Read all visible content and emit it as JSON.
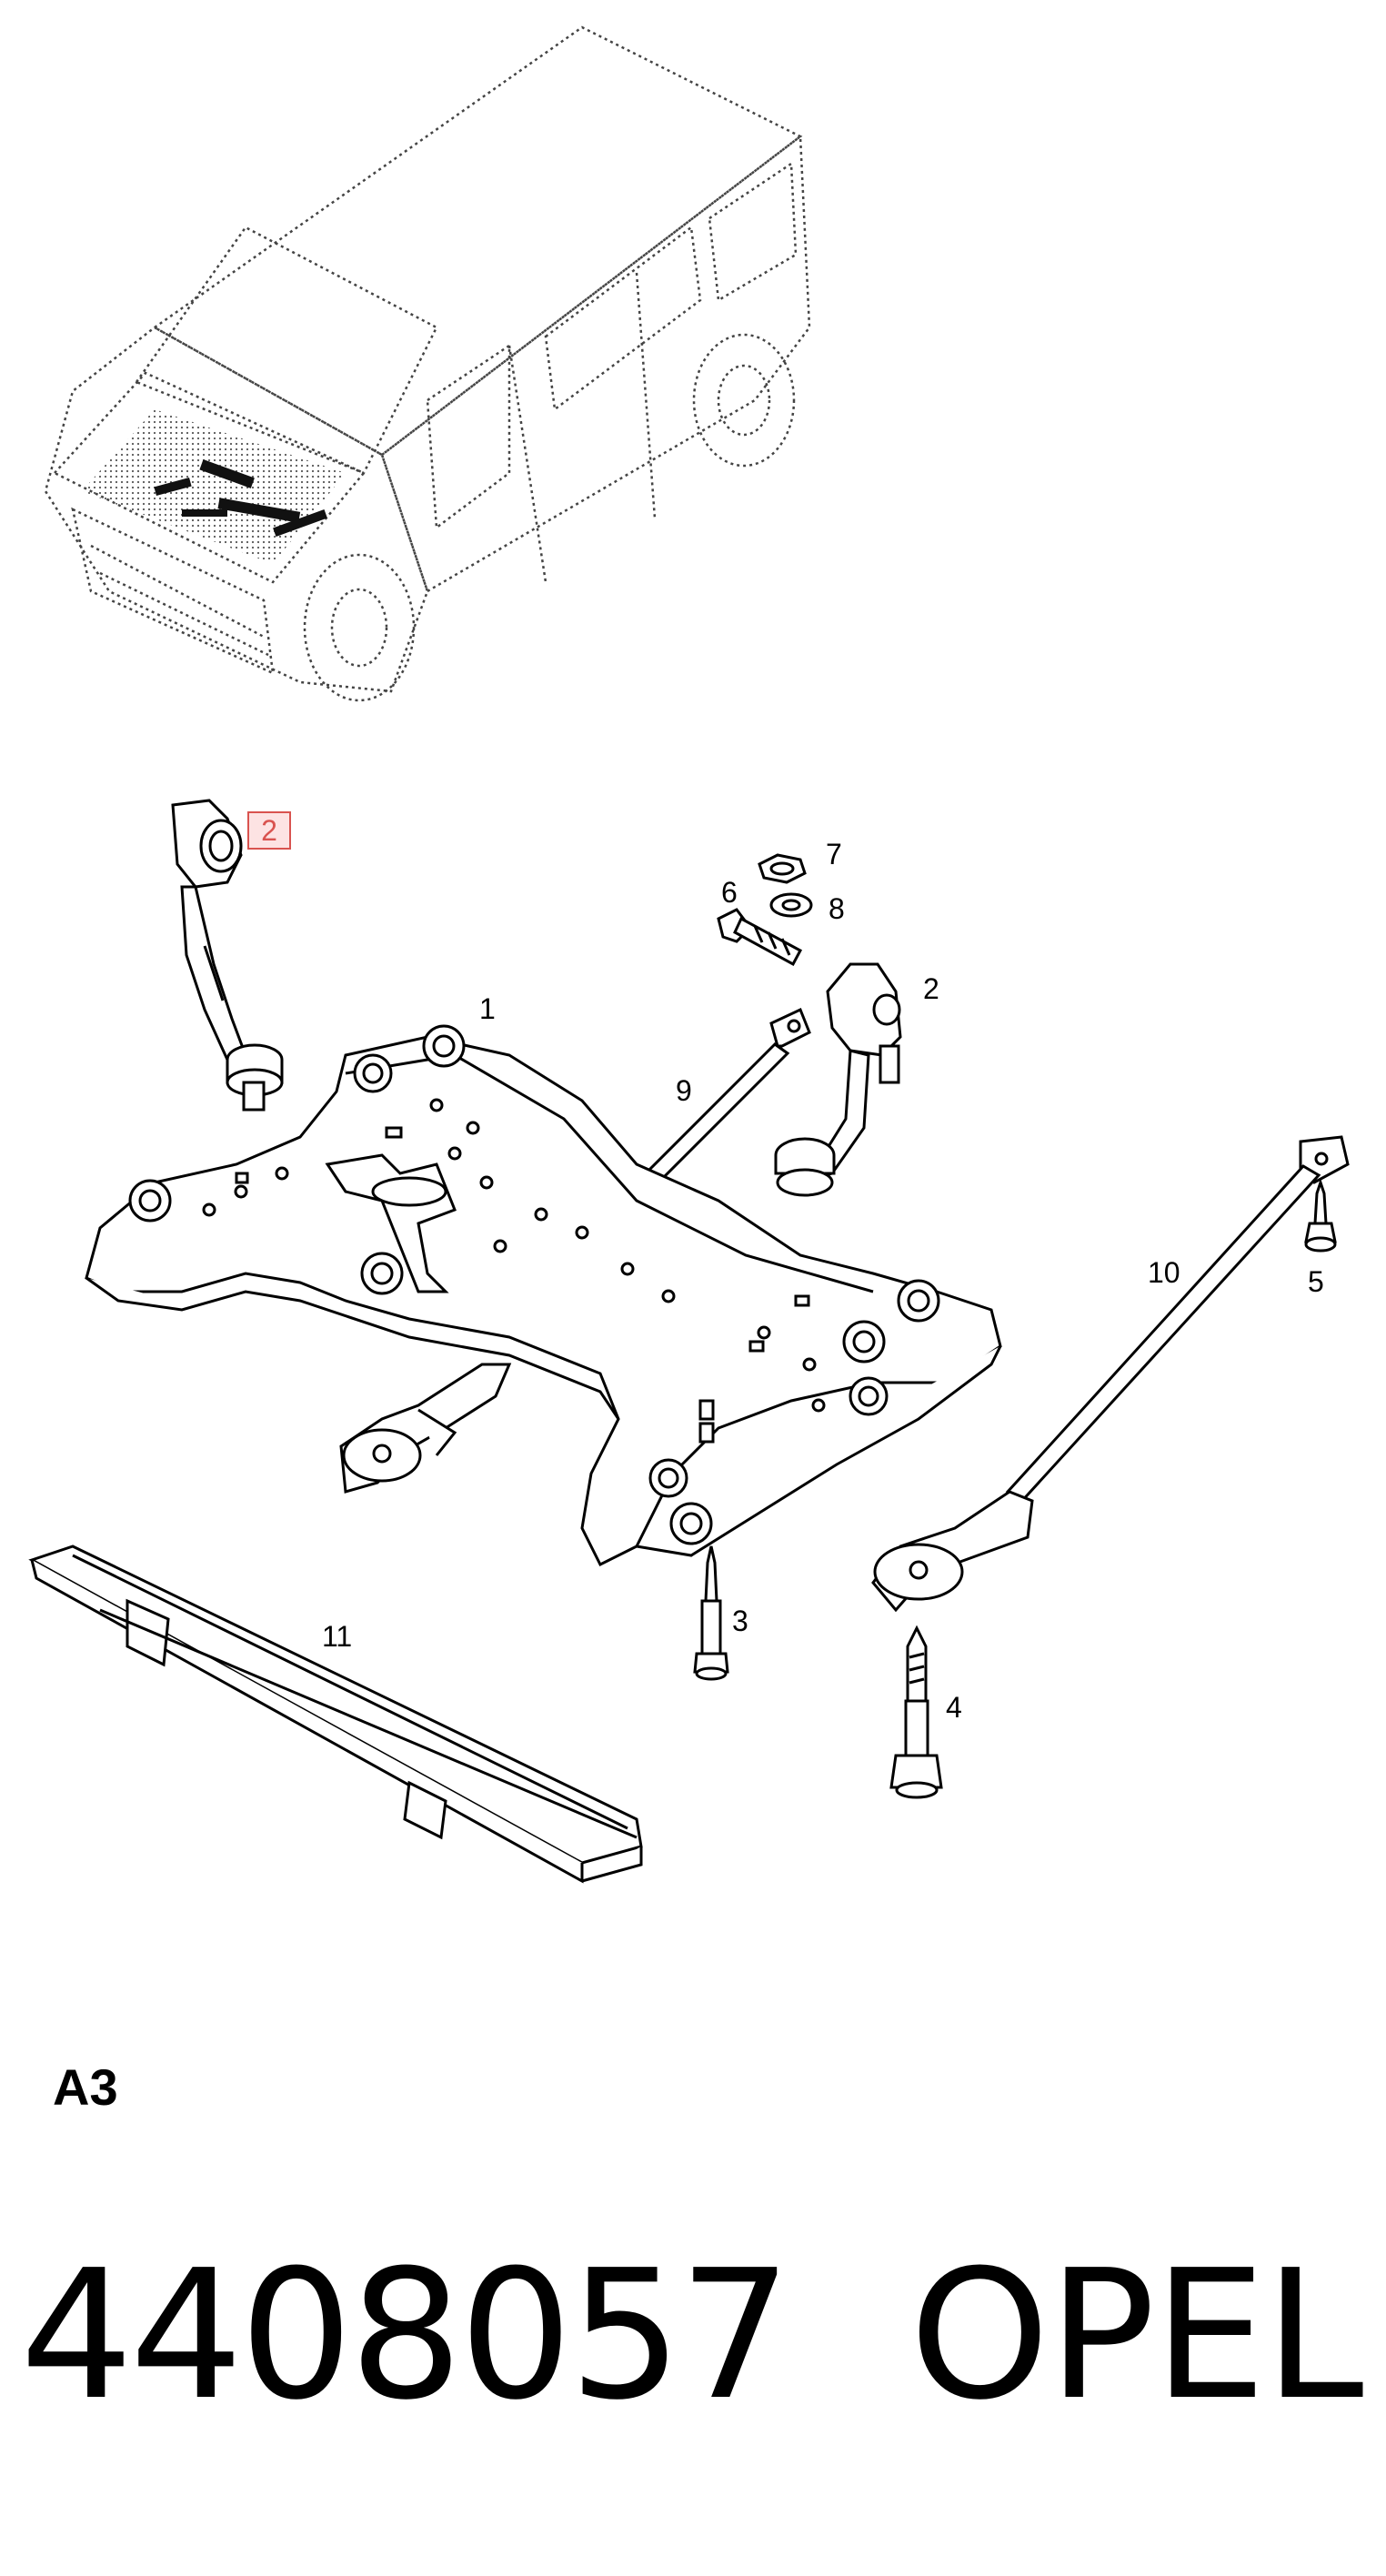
{
  "diagram": {
    "callouts": [
      {
        "id": "c1",
        "text": "1"
      },
      {
        "id": "c2a",
        "text": "2"
      },
      {
        "id": "c2b",
        "text": "2"
      },
      {
        "id": "c3",
        "text": "3"
      },
      {
        "id": "c4",
        "text": "4"
      },
      {
        "id": "c5",
        "text": "5"
      },
      {
        "id": "c6",
        "text": "6"
      },
      {
        "id": "c7",
        "text": "7"
      },
      {
        "id": "c8",
        "text": "8"
      },
      {
        "id": "c9",
        "text": "9"
      },
      {
        "id": "c10",
        "text": "10"
      },
      {
        "id": "c11",
        "text": "11"
      }
    ],
    "highlight_color": "#d9534f"
  },
  "footer": {
    "section_code": "A3",
    "part_number": "4408057",
    "brand": "OPEL"
  }
}
